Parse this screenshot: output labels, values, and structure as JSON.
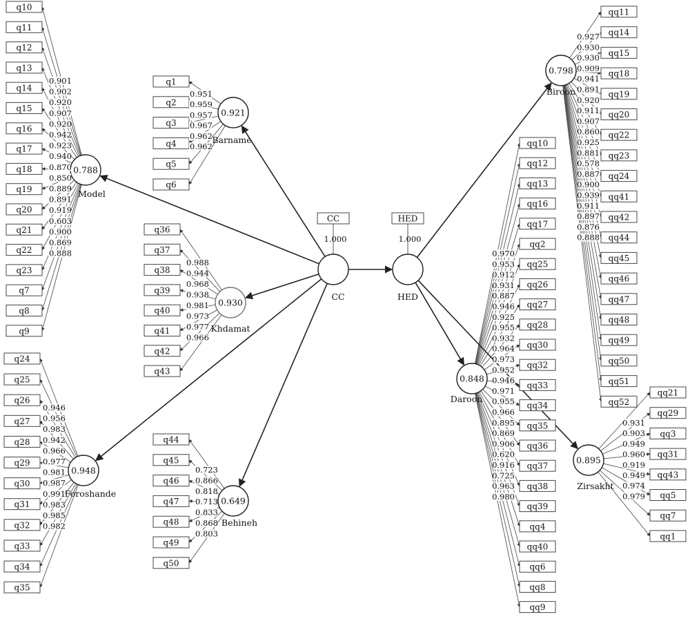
{
  "latents": [
    {
      "id": "CC",
      "label": "CC",
      "r2": "",
      "indicator": "CC",
      "indicator_loading": "1.000"
    },
    {
      "id": "HED",
      "label": "HED",
      "r2": "",
      "indicator": "HED",
      "indicator_loading": "1.000"
    },
    {
      "id": "Model",
      "label": "Model",
      "r2": "0.788",
      "indicators": [
        "q10",
        "q11",
        "q12",
        "q13",
        "q14",
        "q15",
        "q16",
        "q17",
        "q18",
        "q19",
        "q20",
        "q21",
        "q22",
        "q23",
        "q7",
        "q8",
        "q9"
      ],
      "loadings": [
        "0.901",
        "0.902",
        "0.920",
        "0.907",
        "0.920",
        "0.942",
        "0.923",
        "0.940",
        "0.870",
        "0.850",
        "0.889",
        "0.891",
        "0.919",
        "0.603",
        "0.900",
        "0.869",
        "0.888"
      ]
    },
    {
      "id": "Barname",
      "label": "Barname",
      "r2": "0.921",
      "indicators": [
        "q1",
        "q2",
        "q3",
        "q4",
        "q5",
        "q6"
      ],
      "loadings": [
        "0.951",
        "0.959",
        "0.957",
        "0.967",
        "0.962",
        "0.962"
      ]
    },
    {
      "id": "Khdamat",
      "label": "Khdamat",
      "r2": "0.930",
      "indicators": [
        "q36",
        "q37",
        "q38",
        "q39",
        "q40",
        "q41",
        "q42",
        "q43"
      ],
      "loadings": [
        "0.988",
        "0.944",
        "0.968",
        "0.938",
        "0.981",
        "0.973",
        "0.977",
        "0.966"
      ]
    },
    {
      "id": "Foroshande",
      "label": "Foroshande",
      "r2": "0.948",
      "indicators": [
        "q24",
        "q25",
        "q26",
        "q27",
        "q28",
        "q29",
        "q30",
        "q31",
        "q32",
        "q33",
        "q34",
        "q35"
      ],
      "loadings": [
        "0.946",
        "0.956",
        "0.983",
        "0.942",
        "0.966",
        "0.977",
        "0.981",
        "0.987",
        "0.991",
        "0.983",
        "0.985",
        "0.982"
      ]
    },
    {
      "id": "Behineh",
      "label": "Behineh",
      "r2": "0.649",
      "indicators": [
        "q44",
        "q45",
        "q46",
        "q47",
        "q48",
        "q49",
        "q50"
      ],
      "loadings": [
        "0.723",
        "0.866",
        "0.818",
        "0.713",
        "0.833",
        "0.868",
        "0.803"
      ]
    },
    {
      "id": "Biroon",
      "label": "Biroon",
      "r2": "0.798",
      "indicators": [
        "qq11",
        "qq14",
        "qq15",
        "qq18",
        "qq19",
        "qq20",
        "qq22",
        "qq23",
        "qq24",
        "qq41",
        "qq42",
        "qq44",
        "qq45",
        "qq46",
        "qq47",
        "qq48",
        "qq49",
        "qq50",
        "qq51",
        "qq52"
      ],
      "loadings": [
        "0.927",
        "0.930",
        "0.930",
        "0.909",
        "0.941",
        "0.891",
        "0.920",
        "0.911",
        "0.907",
        "0.860",
        "0.925",
        "0.881",
        "0.578",
        "0.887",
        "0.900",
        "0.939",
        "0.911",
        "0.897",
        "0.876",
        "0.888"
      ]
    },
    {
      "id": "Daroon",
      "label": "Daroon",
      "r2": "0.848",
      "indicators": [
        "qq10",
        "qq12",
        "qq13",
        "qq16",
        "qq17",
        "qq2",
        "qq25",
        "qq26",
        "qq27",
        "qq28",
        "qq30",
        "qq32",
        "qq33",
        "qq34",
        "qq35",
        "qq36",
        "qq37",
        "qq38",
        "qq39",
        "qq4",
        "qq40",
        "qq6",
        "qq8",
        "qq9"
      ],
      "loadings": [
        "0.970",
        "0.953",
        "0.912",
        "0.931",
        "0.887",
        "0.946",
        "0.925",
        "0.955",
        "0.932",
        "0.964",
        "0.973",
        "0.952",
        "0.946",
        "0.971",
        "0.955",
        "0.966",
        "0.895",
        "0.869",
        "0.906",
        "0.620",
        "0.916",
        "0.725",
        "0.963",
        "0.980"
      ]
    },
    {
      "id": "Zirsakht",
      "label": "Zirsakht",
      "r2": "0.895",
      "indicators": [
        "qq21",
        "qq29",
        "qq3",
        "qq31",
        "qq43",
        "qq5",
        "qq7",
        "qq1"
      ],
      "loadings": [
        "0.931",
        "0.903",
        "0.949",
        "0.960",
        "0.919",
        "0.949",
        "0.974",
        "0.979"
      ]
    }
  ],
  "paths": [
    {
      "from": "CC",
      "to": "Model"
    },
    {
      "from": "CC",
      "to": "Barname"
    },
    {
      "from": "CC",
      "to": "Khdamat"
    },
    {
      "from": "CC",
      "to": "Foroshande"
    },
    {
      "from": "CC",
      "to": "Behineh"
    },
    {
      "from": "CC",
      "to": "HED"
    },
    {
      "from": "HED",
      "to": "Biroon"
    },
    {
      "from": "HED",
      "to": "Daroon"
    },
    {
      "from": "HED",
      "to": "Zirsakht"
    }
  ],
  "colors": {
    "line": "#222222",
    "indicator_line": "#555555",
    "box_border": "#444444",
    "background": "#ffffff"
  }
}
